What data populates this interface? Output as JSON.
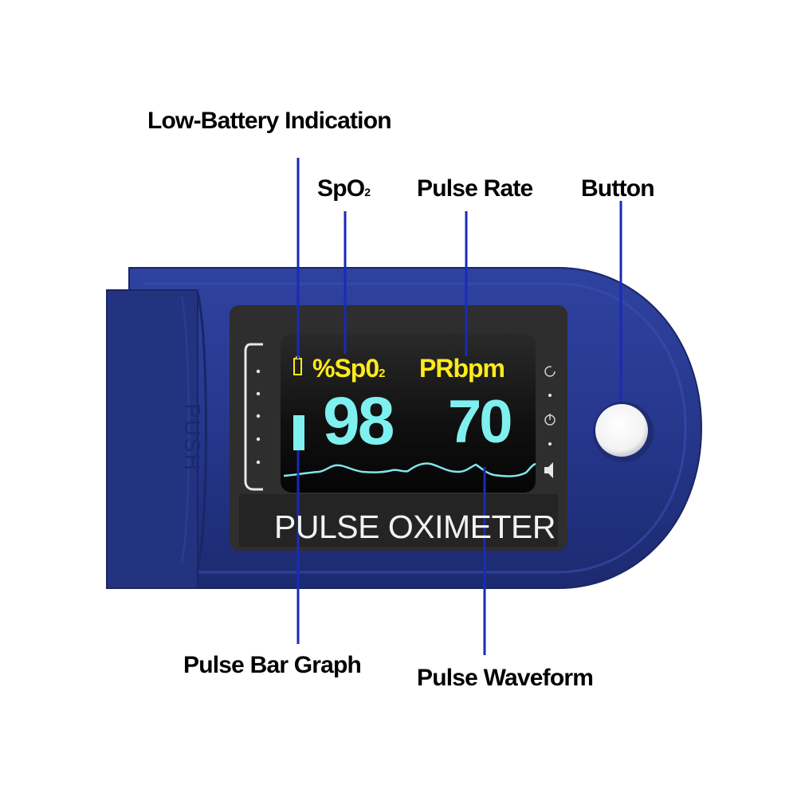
{
  "callouts": {
    "low_battery": "Low-Battery Indication",
    "spo2_main": "SpO",
    "spo2_sub": "2",
    "pulse_rate": "Pulse Rate",
    "button": "Button",
    "pulse_bar": "Pulse Bar Graph",
    "pulse_wave": "Pulse Waveform"
  },
  "screen": {
    "spo2_label_main": "%Sp0",
    "spo2_label_sub": "2",
    "pr_label": "PRbpm",
    "spo2_value": "98",
    "pr_value": "70",
    "brand": "PULSE OXIMETER"
  },
  "case": {
    "push_label": "PUSH"
  },
  "colors": {
    "case_blue": "#27378a",
    "screen_label_yellow": "#ffeb1a",
    "screen_value_cyan": "#7ff0f0",
    "leader_line_blue": "#1a2ab8"
  }
}
